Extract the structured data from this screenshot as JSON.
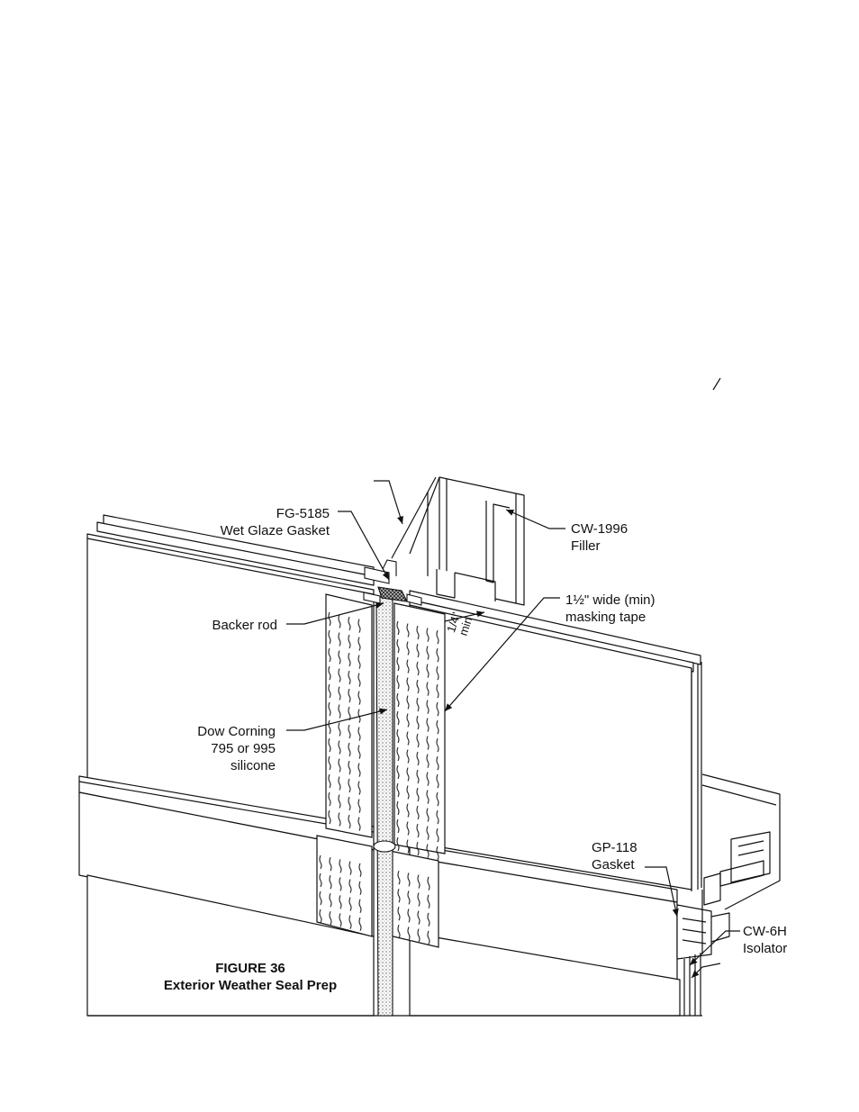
{
  "figure": {
    "number": "FIGURE 36",
    "title": "Exterior Weather Seal Prep"
  },
  "callouts": {
    "fg5185": {
      "line1": "FG-5185",
      "line2": "Wet Glaze Gasket"
    },
    "cw1996": {
      "line1": "CW-1996",
      "line2": "Filler"
    },
    "tape": {
      "line1": "1½\" wide (min)",
      "line2": "masking tape"
    },
    "backer": {
      "line1": "Backer rod"
    },
    "silicone": {
      "line1": "Dow Corning",
      "line2": "795 or 995",
      "line3": "silicone"
    },
    "gp118": {
      "line1": "GP-118",
      "line2": "Gasket"
    },
    "cw6h": {
      "line1": "CW-6H",
      "line2": "Isolator"
    },
    "dimension": {
      "line1": "1/4\"",
      "line2": "min"
    }
  }
}
